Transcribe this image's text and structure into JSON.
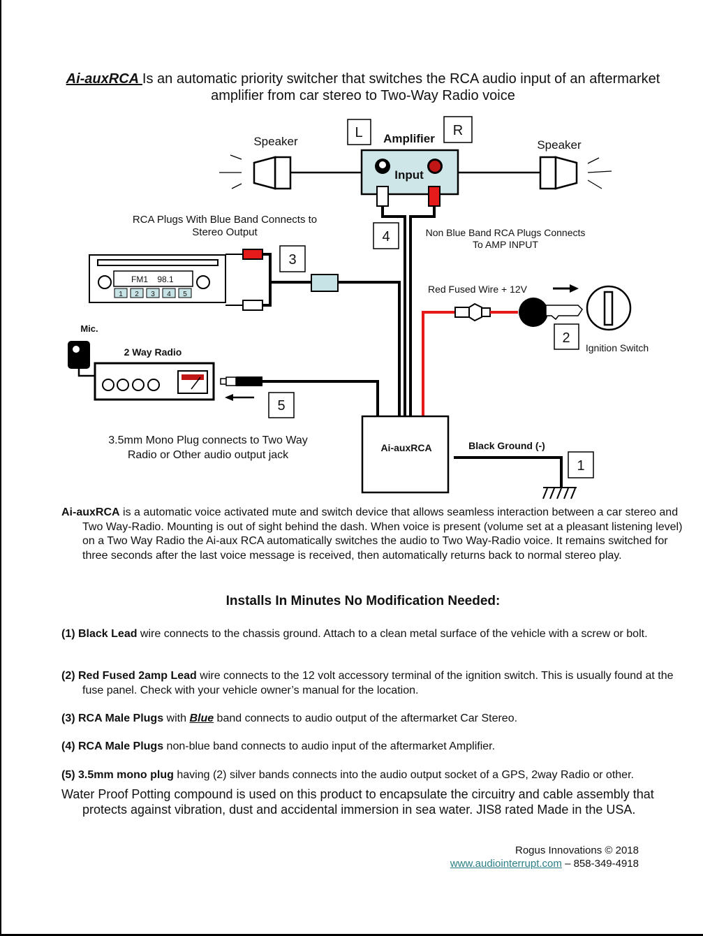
{
  "intro": {
    "brand": "Ai-auxRCA ",
    "text": "Is an automatic priority switcher that switches the RCA audio input of an aftermarket amplifier from car stereo to Two-Way Radio voice"
  },
  "diagram": {
    "speaker_left": "Speaker",
    "speaker_right": "Speaker",
    "amp_title": "Amplifier",
    "amp_input": "Input",
    "box_L": "L",
    "box_R": "R",
    "rca_blue_band_1": "RCA Plugs With Blue Band Connects to",
    "rca_blue_band_2": "Stereo Output",
    "non_blue_1": "Non Blue Band RCA Plugs Connects",
    "non_blue_2": "To AMP INPUT",
    "num_1": "1",
    "num_2": "2",
    "num_3": "3",
    "num_4": "4",
    "num_5": "5",
    "radio_band": "FM1",
    "radio_freq": "98.1",
    "presets": [
      "1",
      "2",
      "3",
      "4",
      "5"
    ],
    "red_wire": "Red Fused Wire + 12V",
    "ignition": "Ignition Switch",
    "mic": "Mic.",
    "two_way_radio": "2 Way Radio",
    "device": "Ai-auxRCA",
    "ground": "Black Ground (-)",
    "mono_1": "3.5mm Mono Plug connects to Two Way",
    "mono_2": "Radio or Other audio output jack",
    "colors": {
      "red": "#e51b1b",
      "blue_band": "#c7e3e6",
      "amp_fill": "#cfe6e8"
    }
  },
  "description": {
    "brand": "Ai-auxRCA",
    "text": "  is a automatic voice activated mute and switch device that allows seamless interaction between a car stereo and Two Way-Radio. Mounting is out of sight behind the dash.  When voice is present (volume set at a pleasant listening level) on a Two Way Radio the Ai-aux RCA automatically switches the audio to Two Way-Radio voice. It remains switched for three seconds after the last voice message is received, then automatically returns back to normal stereo play."
  },
  "heading": "Installs In Minutes No Modification Needed:",
  "steps": [
    {
      "num": "(1) ",
      "bold": "Black Lead",
      "text": " wire connects to the chassis ground.  Attach to a clean metal surface of the vehicle with a screw or bolt."
    },
    {
      "num": "(2) ",
      "bold": "Red Fused 2amp Lead",
      "text": " wire connects to the 12 volt accessory terminal of the ignition switch. This is usually found at the fuse panel. Check with your vehicle owner’s manual for the location."
    },
    {
      "num": "(3) ",
      "bold": "RCA Male Plugs",
      "text_before": " with ",
      "blue": "Blue",
      "text": " band connects to audio output of the aftermarket Car Stereo."
    },
    {
      "num": "(4) ",
      "bold": "RCA Male Plugs",
      "text": " non-blue band connects to audio input of the aftermarket Amplifier."
    },
    {
      "num": "(5) ",
      "bold": "3.5mm mono plug",
      "text": " having (2) silver bands connects into the audio output socket of a GPS, 2way Radio or other."
    }
  ],
  "potting": "Water Proof Potting compound is used on this product to encapsulate the circuitry and cable assembly that protects against vibration, dust and accidental immersion in sea water. JIS8 rated Made in the USA.",
  "footer": {
    "copyright": "Rogus Innovations © 2018",
    "url": "www.audiointerrupt.com",
    "phone": " – 858-349-4918"
  }
}
